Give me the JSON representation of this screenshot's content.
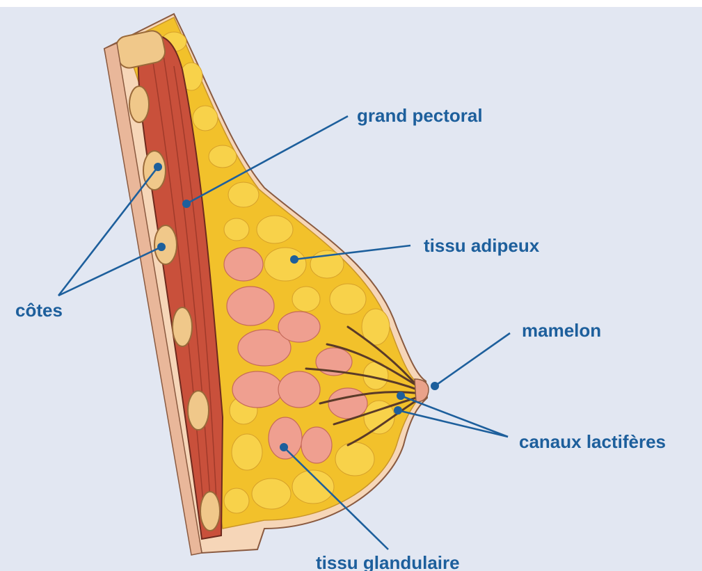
{
  "colors": {
    "background": "#e2e7f2",
    "label": "#1d5f9c",
    "muscle": "#c9503b",
    "fat": "#f2c12b",
    "gland": "#ef9f90",
    "skin": "#f6d6b8",
    "duct": "#5a3a28"
  },
  "labels": {
    "grand_pectoral": "grand pectoral",
    "tissu_adipeux": "tissu adipeux",
    "cotes": "côtes",
    "mamelon": "mamelon",
    "canaux_lactiferes": "canaux lactifères",
    "tissu_glandulaire": "tissu glandulaire"
  }
}
